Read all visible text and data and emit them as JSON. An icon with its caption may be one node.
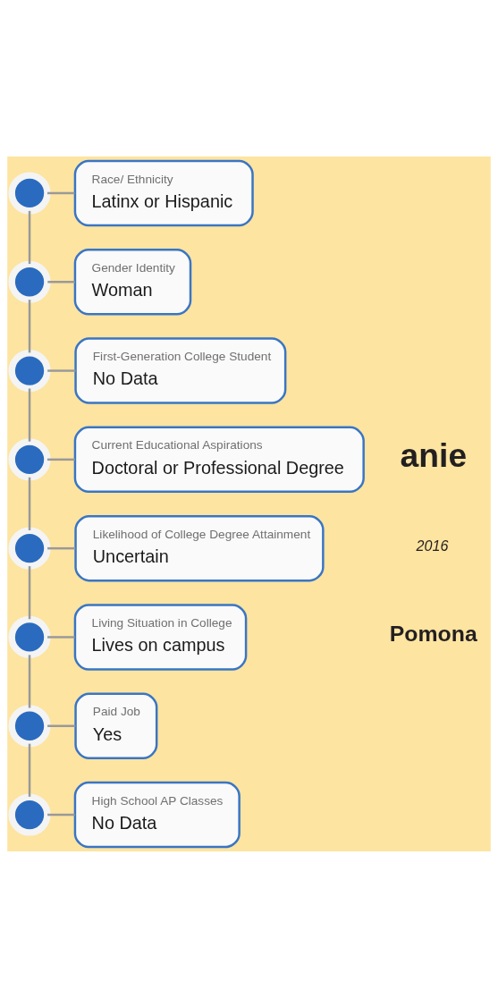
{
  "diagram": {
    "nodes": [
      {
        "text": [
          "Race/ Ethnicity",
          "Latinx or Hispanic"
        ]
      },
      {
        "text": [
          "Gender Identity",
          "Woman"
        ]
      },
      {
        "text": [
          "First-Generation College Student",
          "No Data"
        ]
      },
      {
        "text": [
          "Current Educational Aspirations",
          "Doctoral or Professional Degree"
        ]
      },
      {
        "text": [
          "Likelihood of College Degree Attainment",
          "Uncertain"
        ]
      },
      {
        "text": [
          "Living Situation in College",
          "Lives on campus"
        ]
      },
      {
        "text": [
          "Paid Job",
          "Yes"
        ]
      },
      {
        "text": [
          "High School AP Classes",
          "No Data"
        ]
      },
      {
        "text": [],
        "shape": "circle"
      },
      {
        "text": [],
        "shape": "circle"
      },
      {
        "text": [],
        "shape": "circle"
      },
      {
        "text": [],
        "shape": "circle"
      },
      {
        "text": [],
        "shape": "circle"
      },
      {
        "text": [],
        "shape": "circle"
      },
      {
        "text": [],
        "shape": "circle"
      },
      {
        "text": [],
        "shape": "circle"
      }
    ],
    "edges": [
      {
        "from": 8,
        "to": 0,
        "arrow": "none"
      },
      {
        "from": 9,
        "to": 1,
        "arrow": "none"
      },
      {
        "from": 10,
        "to": 2,
        "arrow": "none"
      },
      {
        "from": 11,
        "to": 3,
        "arrow": "none"
      },
      {
        "from": 12,
        "to": 4,
        "arrow": "none"
      },
      {
        "from": 13,
        "to": 5,
        "arrow": "none"
      },
      {
        "from": 14,
        "to": 6,
        "arrow": "none"
      },
      {
        "from": 15,
        "to": 7,
        "arrow": "none"
      },
      {
        "from": 8,
        "to": 9,
        "arrow": "none"
      },
      {
        "from": 9,
        "to": 10,
        "arrow": "none"
      },
      {
        "from": 10,
        "to": 11,
        "arrow": "none"
      },
      {
        "from": 11,
        "to": 12,
        "arrow": "none"
      },
      {
        "from": 12,
        "to": 13,
        "arrow": "none"
      },
      {
        "from": 13,
        "to": 14,
        "arrow": "none"
      },
      {
        "from": 14,
        "to": 15,
        "arrow": "none"
      }
    ],
    "labels": [
      "anie",
      "2016",
      "Pomona"
    ]
  }
}
